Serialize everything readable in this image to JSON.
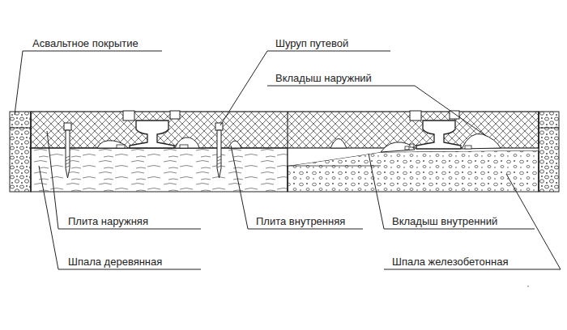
{
  "diagram": {
    "labels": [
      "Асвальтное покрытие",
      "Шуруп путевой",
      "Вкладыш наружний",
      "Плита наружняя",
      "Плита внутренняя",
      "Вкладыш внутренний",
      "Шпала деревянная",
      "Шпала железобетонная"
    ]
  }
}
